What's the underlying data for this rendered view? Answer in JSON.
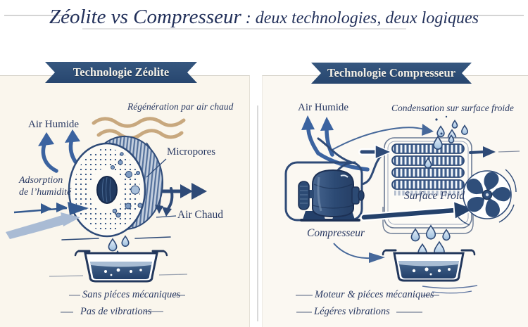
{
  "header": {
    "title_main": "Zéolite vs Compresseur",
    "title_tail": " : deux technologies, deux logiques"
  },
  "left_panel": {
    "banner": "Technologie Zéolite",
    "labels": {
      "regeneration": "Régénération par air chaud",
      "air_humide": "Air Humide",
      "micropores": "Micropores",
      "adsorption_1": "Adsorption",
      "adsorption_2": "de l’humidité",
      "air_chaud": "Air Chaud"
    },
    "bullets": [
      "Sans piéces mécaniques",
      "Pas de vibrations"
    ]
  },
  "right_panel": {
    "banner": "Technologie Compresseur",
    "labels": {
      "air_humide": "Air Humide",
      "condensation": "Condensation sur surface froide",
      "surface_froid": "Surface Froid",
      "compresseur": "Compresseur"
    },
    "bullets": [
      "Moteur & piéces mécaniques",
      "Légéres vibrations"
    ]
  },
  "colors": {
    "title_navy": "#22305a",
    "banner_navy": "#2e4d7b",
    "label_navy": "#2a3a63",
    "arrow_blue": "#3b63a0",
    "steel_blue": "#9db3d0",
    "pipe_navy": "#2e4a77",
    "heat_tan": "#c8a87e",
    "water_navy": "#23406a",
    "drop_fill": "#bdd6ec",
    "panel_cream": "#faf6ed"
  }
}
